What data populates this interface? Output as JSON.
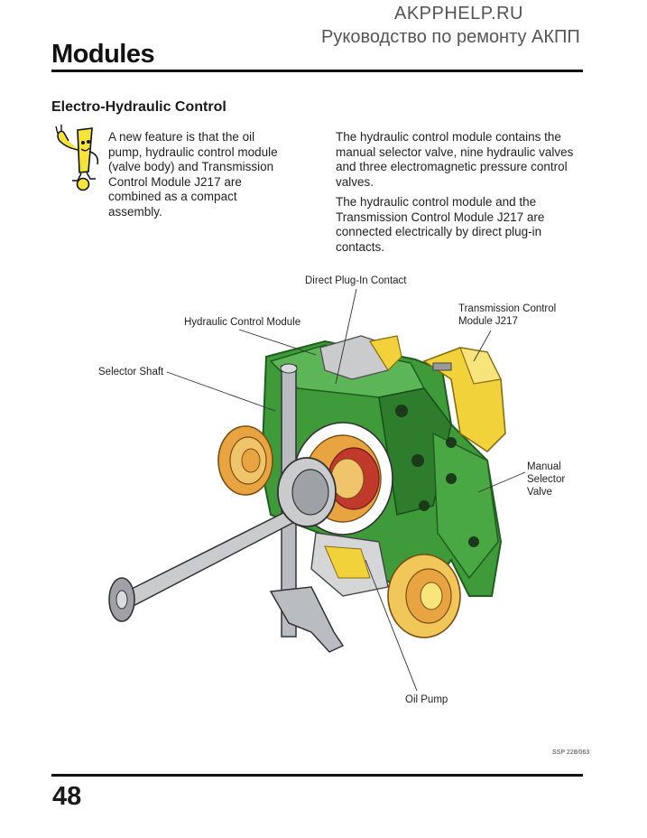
{
  "header": {
    "watermark_site": "AKPPHELP.RU",
    "watermark_subtitle": "Руководство по ремонту АКПП",
    "title": "Modules"
  },
  "section": {
    "heading": "Electro-Hydraulic Control",
    "intro": "A new feature is that the oil pump, hydraulic control module (valve body) and Transmission Control Module J217 are combined as a compact assembly.",
    "paragraph_1": "The hydraulic control module contains the manual selector valve, nine hydraulic valves and three electromagnetic pressure control valves.",
    "paragraph_2": "The hydraulic control module and the Transmission Control Module J217 are connected electrically by direct plug-in contacts."
  },
  "figure": {
    "labels": {
      "direct_plug_in": "Direct Plug-In Contact",
      "tcm_line1": "Transmission Control",
      "tcm_line2": "Module J217",
      "hydraulic_module": "Hydraulic Control Module",
      "selector_shaft": "Selector Shaft",
      "manual_line1": "Manual",
      "manual_line2": "Selector",
      "manual_line3": "Valve",
      "oil_pump": "Oil Pump"
    },
    "reference": "SSP 228/063",
    "colors": {
      "housing_green": "#3f9a3a",
      "housing_dark": "#1f5e1f",
      "yellow": "#f2d23b",
      "orange": "#e8a441",
      "steel": "#b9bcc0",
      "red": "#c0392b"
    }
  },
  "footer": {
    "page_number": "48"
  }
}
